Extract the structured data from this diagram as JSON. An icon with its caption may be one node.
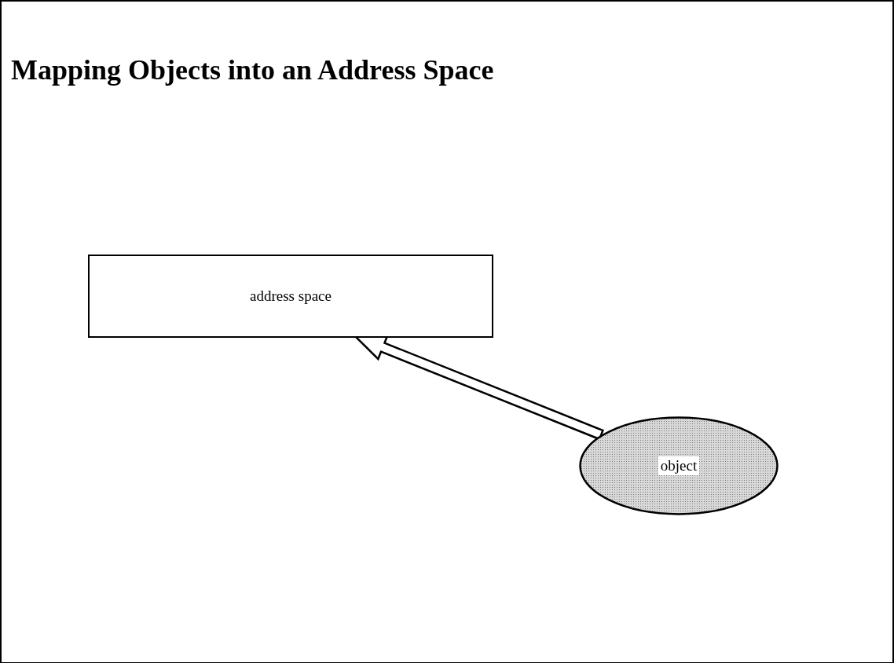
{
  "diagram": {
    "title": "Mapping Objects into an Address Space",
    "nodes": [
      {
        "text": [
          "address space"
        ]
      },
      {
        "text": [
          "object"
        ]
      }
    ],
    "edges": [
      {
        "from": 1,
        "to": 0,
        "arrow": "to",
        "style": "thick"
      }
    ]
  }
}
